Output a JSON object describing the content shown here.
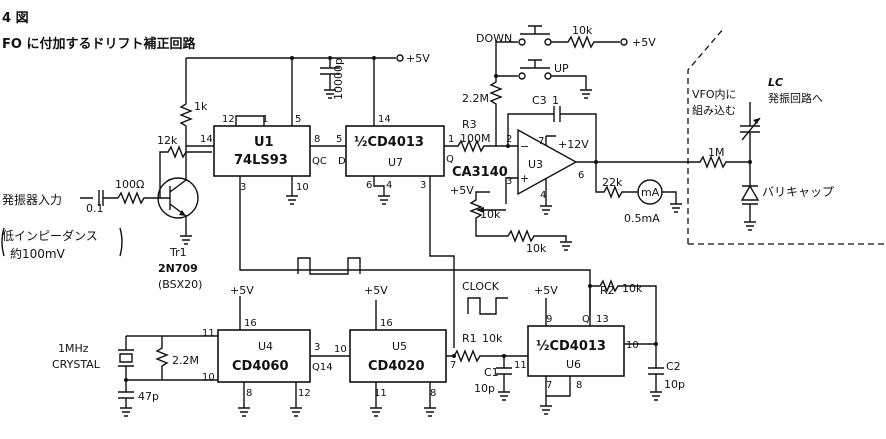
{
  "header": {
    "figure_label": "4 図",
    "title": "FO に付加するドリフト補正回路"
  },
  "chips": {
    "u1": {
      "ref": "U1",
      "part": "74LS93",
      "pins": [
        "12",
        "1",
        "5",
        "14",
        "8",
        "10",
        "3"
      ],
      "qc": "QC"
    },
    "u7": {
      "ref": "U7",
      "part": "½CD4013",
      "pins": [
        "14",
        "1",
        "5",
        "6",
        "4",
        "3"
      ],
      "d": "D",
      "q": "Q"
    },
    "u3": {
      "ref": "U3",
      "part": "CA3140",
      "pins": [
        "2",
        "7",
        "3",
        "4",
        "6"
      ]
    },
    "u4": {
      "ref": "U4",
      "part": "CD4060",
      "pins": [
        "16",
        "11",
        "10",
        "8",
        "12",
        "3"
      ],
      "q14": "Q14"
    },
    "u5": {
      "ref": "U5",
      "part": "CD4020",
      "pins": [
        "16",
        "10",
        "11",
        "8",
        "7"
      ]
    },
    "u6": {
      "ref": "U6",
      "part": "½CD4013",
      "pins": [
        "9",
        "13",
        "11",
        "7",
        "8",
        "10"
      ],
      "q": "Q"
    }
  },
  "labels": {
    "input_jp": "発振器入力",
    "input_note_1": "低インピーダンス",
    "input_note_2": "約100mV",
    "tr_ref": "Tr1",
    "tr_part": "2N709",
    "tr_alt": "(BSX20)",
    "r_1k": "1k",
    "r_12k": "12k",
    "r_100": "100Ω",
    "c_01": "0.1",
    "c_10000p": "10000p",
    "v_5_top": "+5V",
    "down": "DOWN",
    "up": "UP",
    "r_10k_sw": "10k",
    "v_5_sw": "+5V",
    "r_22m": "2.2M",
    "c3": "C3",
    "c3_val": "1",
    "r3": "R3",
    "r3_val": "100M",
    "v_12": "+12V",
    "v_5_op": "+5V",
    "r_10k_pot": "10k",
    "r_10k_fb": "10k",
    "r_22k": "22k",
    "meter": "mA",
    "meter_val": "0.5mA",
    "r_1m": "1M",
    "vfo_note_1": "VFO内に",
    "vfo_note_2": "組み込む",
    "lc_1": "LC",
    "lc_2": "発振回路へ",
    "varicap": "バリキャップ",
    "xtal_1": "1MHz",
    "xtal_2": "CRYSTAL",
    "r_22m_x": "2.2M",
    "c_47p": "47p",
    "v_5_u4": "+5V",
    "v_5_u5": "+5V",
    "v_5_u6": "+5V",
    "clock": "CLOCK",
    "r1": "R1",
    "r1_val": "10k",
    "c1": "C1",
    "c1_val": "10p",
    "r2": "R2",
    "r2_val": "10k",
    "c2": "C2",
    "c2_val": "10p"
  }
}
